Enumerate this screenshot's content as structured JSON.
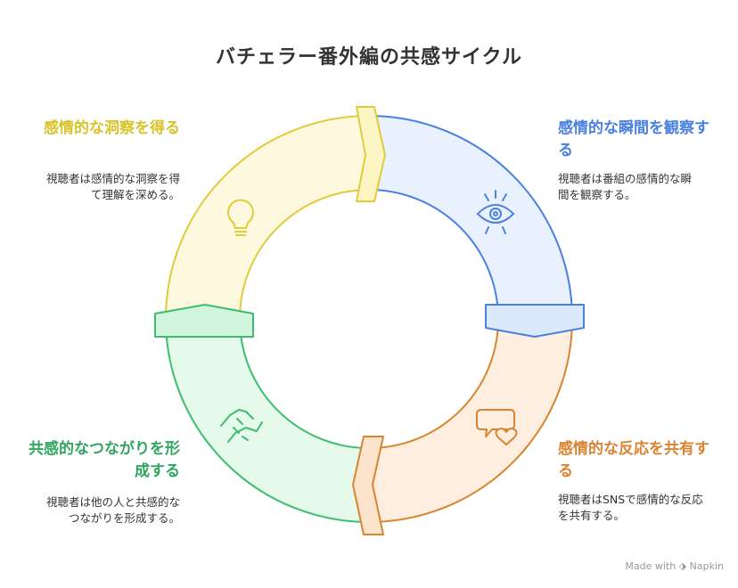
{
  "title": "バチェラー番外編の共感サイクル",
  "steps": {
    "top_left": {
      "heading": "感情的な洞察を得る",
      "text": "視聴者は感情的な洞察を得て理解を深める。",
      "icon": "lightbulb-icon",
      "color": "#E0CB3A"
    },
    "top_right": {
      "heading": "感情的な瞬間を観察する",
      "text": "視聴者は番組の感情的な瞬間を観察する。",
      "icon": "eye-icon",
      "color": "#4A80E0"
    },
    "bottom_right": {
      "heading": "感情的な反応を共有する",
      "text": "視聴者はSNSで感情的な反応を共有する。",
      "icon": "chat-heart-icon",
      "color": "#D98430"
    },
    "bottom_left": {
      "heading": "共感的なつながりを形成する",
      "text": "視聴者は他の人と共感的なつながりを形成する。",
      "icon": "handshake-icon",
      "color": "#3DBE6E"
    }
  },
  "credit": "Made with ⬗ Napkin"
}
